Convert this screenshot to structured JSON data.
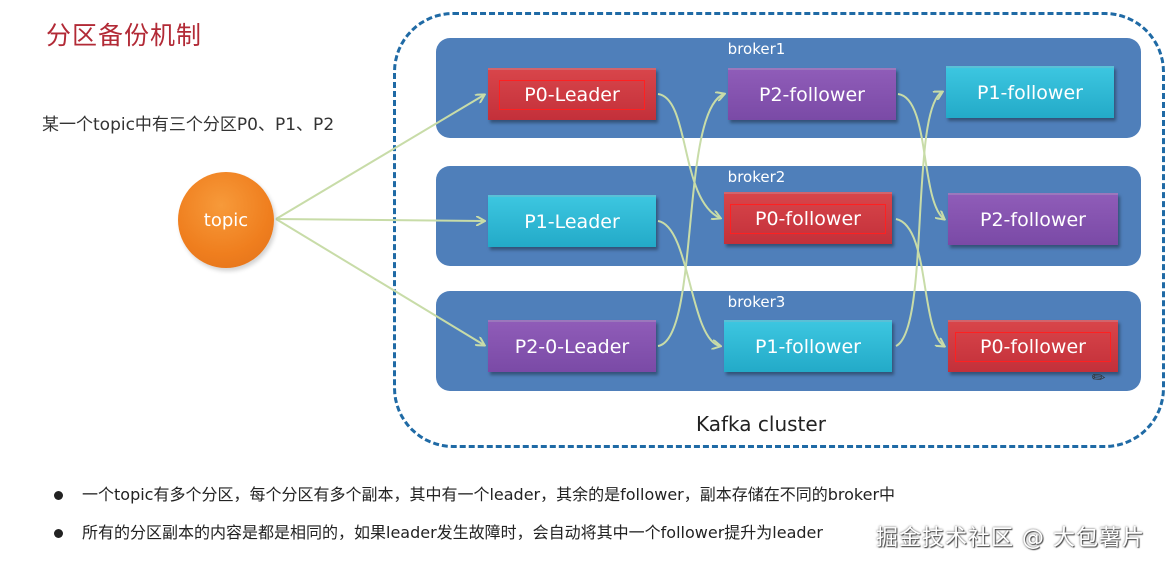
{
  "title": "分区备份机制",
  "subtitle": "某一个topic中有三个分区P0、P1、P2",
  "topic": {
    "label": "topic",
    "color": "#ef7e1e"
  },
  "cluster": {
    "label": "Kafka cluster",
    "border_color": "#1f6aa5"
  },
  "brokers": [
    {
      "name": "broker1",
      "partitions": [
        {
          "label": "P0-Leader",
          "color": "red",
          "highlighted": true
        },
        {
          "label": "P2-follower",
          "color": "purple",
          "highlighted": false
        },
        {
          "label": "P1-follower",
          "color": "cyan",
          "highlighted": false
        }
      ]
    },
    {
      "name": "broker2",
      "partitions": [
        {
          "label": "P1-Leader",
          "color": "cyan",
          "highlighted": false
        },
        {
          "label": "P0-follower",
          "color": "red",
          "highlighted": true
        },
        {
          "label": "P2-follower",
          "color": "purple",
          "highlighted": false
        }
      ]
    },
    {
      "name": "broker3",
      "partitions": [
        {
          "label": "P2-0-Leader",
          "color": "purple",
          "highlighted": false
        },
        {
          "label": "P1-follower",
          "color": "cyan",
          "highlighted": false
        },
        {
          "label": "P0-follower",
          "color": "red",
          "highlighted": true
        }
      ]
    }
  ],
  "colors": {
    "broker_bg": "#4f7fba",
    "red": "#c9353d",
    "purple": "#8253ad",
    "cyan": "#2fb8d6",
    "arrow": "#c8dca8",
    "title": "#b22a36"
  },
  "bullets": [
    "一个topic有多个分区，每个分区有多个副本，其中有一个leader，其余的是follower，副本存储在不同的broker中",
    "所有的分区副本的内容是都是相同的，如果leader发生故障时，会自动将其中一个follower提升为leader"
  ],
  "watermark": "掘金技术社区 @ 大包薯片"
}
